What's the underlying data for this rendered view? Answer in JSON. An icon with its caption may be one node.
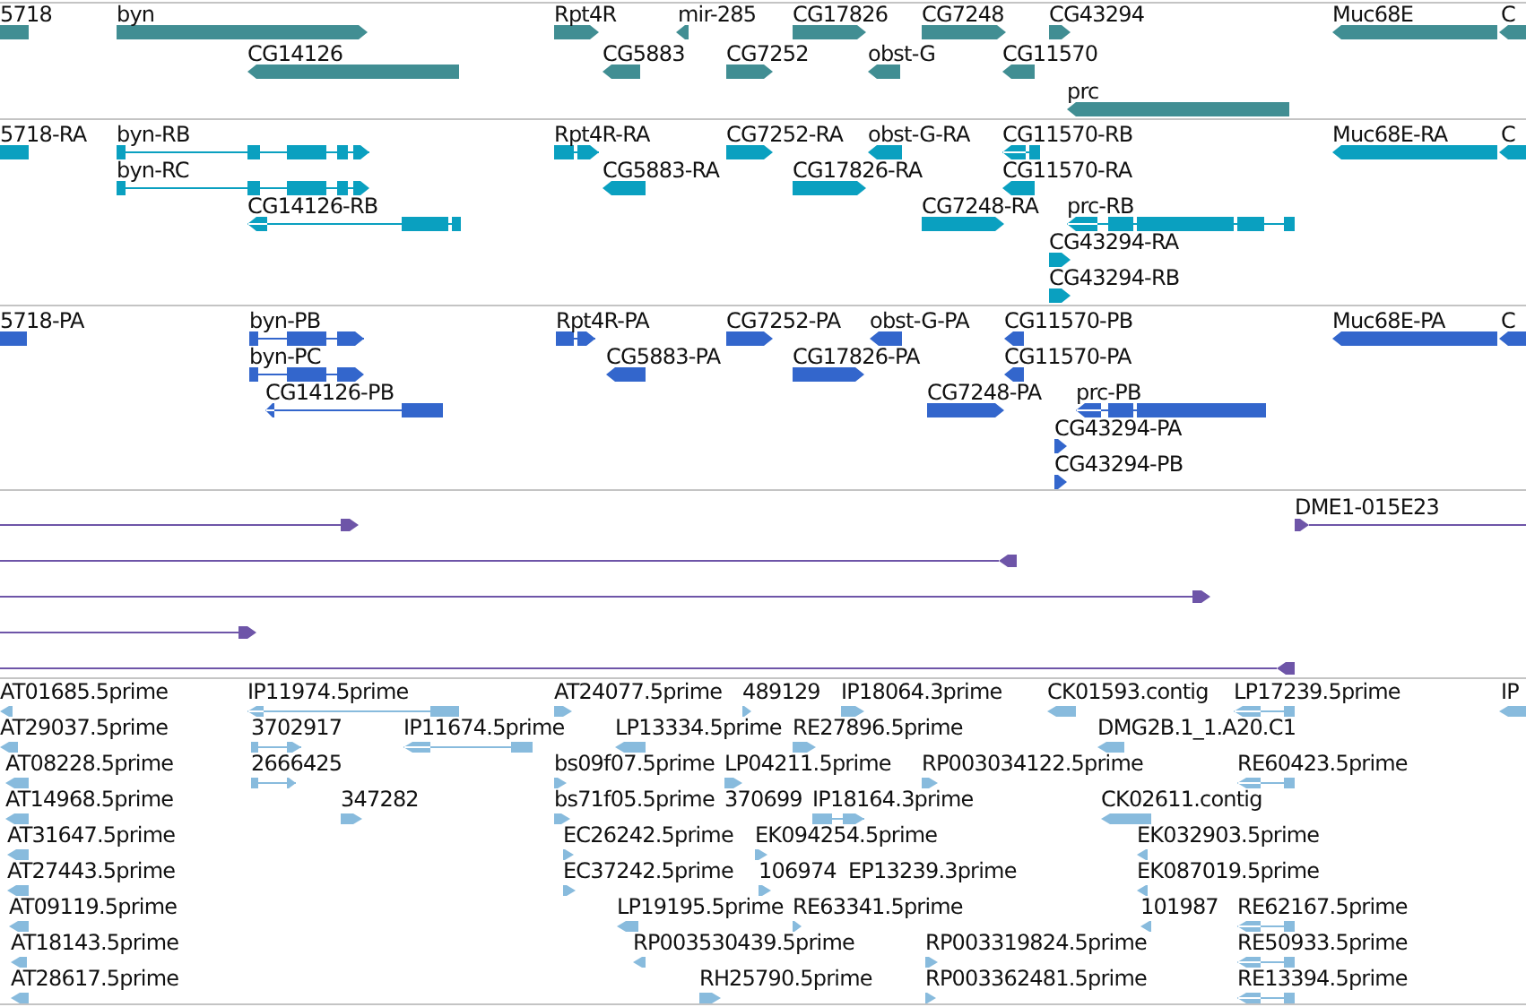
{
  "diagram": {
    "labels": [
      "5718",
      "byn",
      "Rpt4R",
      "mir-285",
      "CG17826",
      "CG7248",
      "CG43294",
      "Muc68E",
      "C",
      "CG14126",
      "CG5883",
      "CG7252",
      "obst-G",
      "CG11570",
      "prc",
      "5718-RA",
      "byn-RB",
      "Rpt4R-RA",
      "CG7252-RA",
      "obst-G-RA",
      "CG11570-RB",
      "Muc68E-RA",
      "C",
      "byn-RC",
      "CG5883-RA",
      "CG17826-RA",
      "CG11570-RA",
      "CG14126-RB",
      "CG7248-RA",
      "prc-RB",
      "CG43294-RA",
      "CG43294-RB",
      "5718-PA",
      "byn-PB",
      "Rpt4R-PA",
      "CG7252-PA",
      "obst-G-PA",
      "CG11570-PB",
      "Muc68E-PA",
      "C",
      "byn-PC",
      "CG5883-PA",
      "CG17826-PA",
      "CG11570-PA",
      "CG14126-PB",
      "CG7248-PA",
      "prc-PB",
      "CG43294-PA",
      "CG43294-PB",
      "DME1-015E23",
      "AT01685.5prime",
      "IP11974.5prime",
      "AT24077.5prime",
      "489129",
      "IP18064.3prime",
      "CK01593.contig",
      "LP17239.5prime",
      "IP",
      "AT29037.5prime",
      "3702917",
      "IP11674.5prime",
      "LP13334.5prime",
      "RE27896.5prime",
      "DMG2B.1_1.A20.C1",
      "AT08228.5prime",
      "2666425",
      "bs09f07.5prime",
      "LP04211.5prime",
      "RP003034122.5prime",
      "RE60423.5prime",
      "AT14968.5prime",
      "347282",
      "bs71f05.5prime",
      "370699",
      "IP18164.3prime",
      "CK02611.contig",
      "AT31647.5prime",
      "EC26242.5prime",
      "EK094254.5prime",
      "EK032903.5prime",
      "AT27443.5prime",
      "EC37242.5prime",
      "106974",
      "EP13239.3prime",
      "EK087019.5prime",
      "AT09119.5prime",
      "LP19195.5prime",
      "RE63341.5prime",
      "101987",
      "RE62167.5prime",
      "AT18143.5prime",
      "RP003530439.5prime",
      "RP003319824.5prime",
      "RE50933.5prime",
      "AT28617.5prime",
      "RH25790.5prime",
      "RP003362481.5prime",
      "RE13394.5prime"
    ]
  }
}
